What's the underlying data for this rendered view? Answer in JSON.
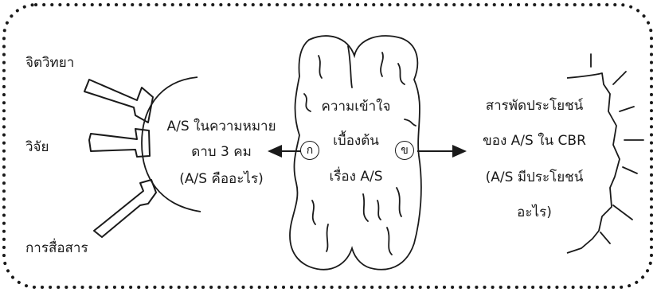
{
  "left_sources": [
    "จิตวิทยา",
    "วิจัย",
    "การสื่อสาร"
  ],
  "left_box": {
    "line1": "A/S ในความหมาย",
    "line2": "ดาบ 3 คม",
    "line3": "(A/S คืออะไร)"
  },
  "center": {
    "line1": "ความเข้าใจ",
    "line2": "เบื้องต้น",
    "line3": "เรื่อง A/S"
  },
  "markers": {
    "left": "ก",
    "right": "ข"
  },
  "right_box": {
    "line1": "สารพัดประโยชน์",
    "line2": "ของ A/S ใน CBR",
    "line3": "(A/S มีประโยชน์",
    "line4": "อะไร)"
  }
}
